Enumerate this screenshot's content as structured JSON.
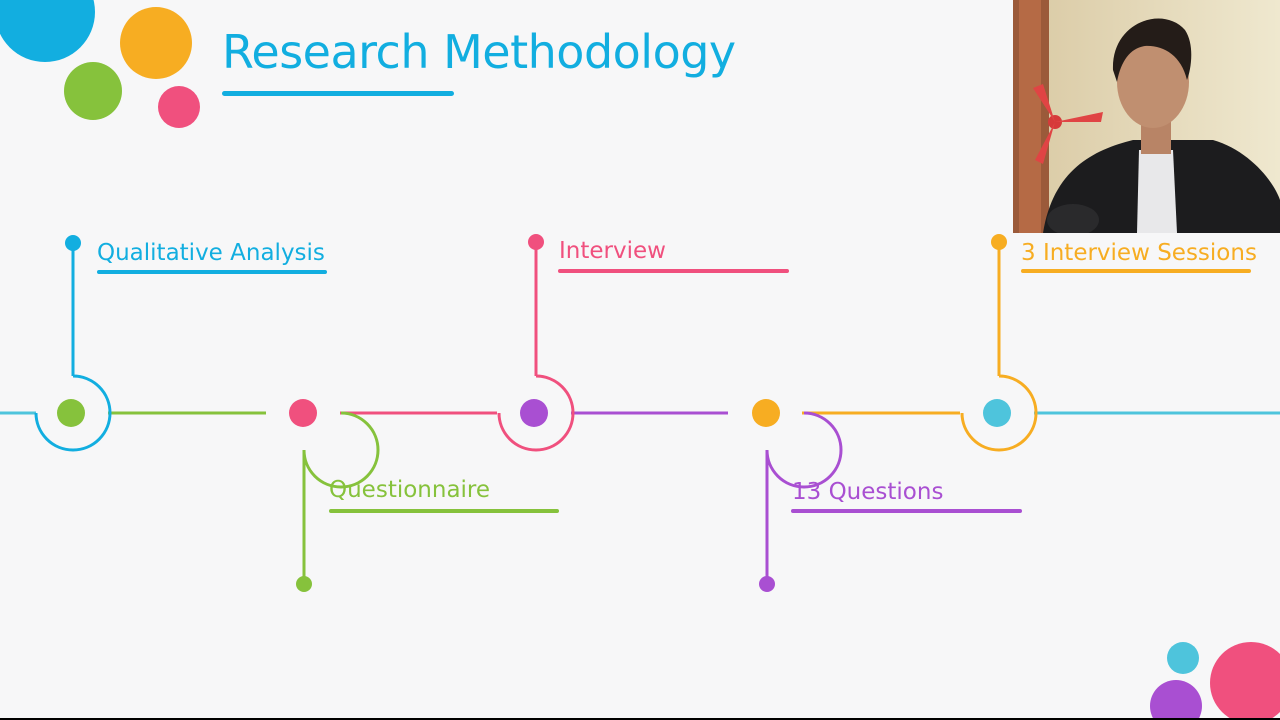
{
  "slide": {
    "title": "Research Methodology",
    "colors": {
      "blue": "#12aee0",
      "green": "#86c23c",
      "pink": "#f0507e",
      "purple": "#a94fd2",
      "orange": "#f7ad22",
      "teal": "#4ec4dc",
      "background": "#f7f7f8"
    },
    "labels": {
      "qualitative": "Qualitative Analysis",
      "questionnaire": "Questionnaire",
      "interview": "Interview",
      "questions": "13 Questions",
      "sessions": "3 Interview Sessions"
    }
  },
  "webcam": {
    "icon": "presenter-video-feed"
  }
}
